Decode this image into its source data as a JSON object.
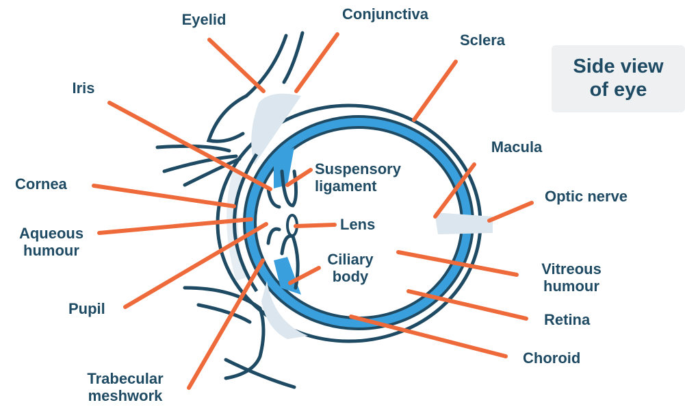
{
  "title": "Side view\nof eye",
  "labels": {
    "eyelid": "Eyelid",
    "conjunctiva": "Conjunctiva",
    "sclera": "Sclera",
    "iris": "Iris",
    "macula": "Macula",
    "suspensory_ligament": "Suspensory\nligament",
    "optic_nerve": "Optic nerve",
    "cornea": "Cornea",
    "lens": "Lens",
    "aqueous_humour": "Aqueous\nhumour",
    "ciliary_body": "Ciliary\nbody",
    "vitreous_humour": "Vitreous\nhumour",
    "pupil": "Pupil",
    "retina": "Retina",
    "choroid": "Choroid",
    "trabecular_meshwork": "Trabecular\nmeshwork"
  },
  "colors": {
    "outline": "#1e4a63",
    "leader": "#ef6a3a",
    "choroid_fill": "#3aa0dd",
    "pale": "#dbe6ee",
    "title_bg": "#eef0f2"
  }
}
